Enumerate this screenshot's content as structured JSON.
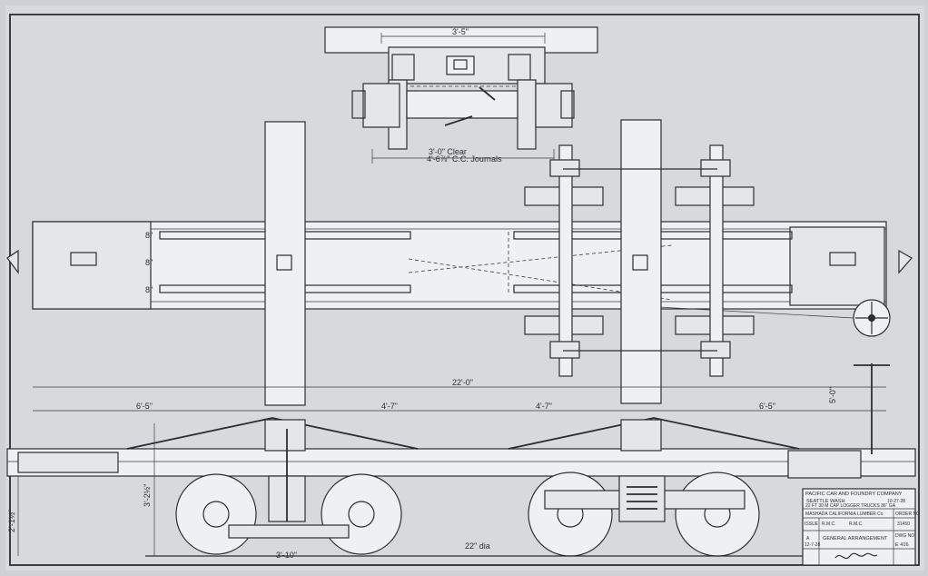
{
  "drawing": {
    "dimensions": {
      "top_gauge": "3'-5\"",
      "clear": "3'-0\" Clear",
      "journals": "4'-6⅞\" C.C. Journals",
      "overall_length": "22'-0\"",
      "end_left": "6'-5\"",
      "mid_left": "4'-7\"",
      "mid_right": "4'-7\"",
      "end_right": "6'-5\"",
      "brake_height": "5'-0\"",
      "height_total": "3'-2½\"",
      "height_low": "2'-1½\"",
      "truck_spacing": "3'-10\"",
      "wheel_dia": "22\" dia",
      "side_a": "8\"",
      "side_b": "8\"",
      "side_c": "8\""
    },
    "title_block": {
      "company": "PACIFIC CAR AND FOUNDRY COMPANY",
      "location": "SEATTLE WASH",
      "date": "10-27-28",
      "subject": "22 FT 30 M CAP LOGGER TRUCKS 36\" GA",
      "customer": "MASHADA CALIFORNIA LUMBER Co",
      "drawn": "R.M.C.",
      "checked": "R.M.C.",
      "issue": "ISSUE",
      "order": "ORDER NO",
      "order_no": "31450",
      "rev_1": "A",
      "rev_date": "12-7-28",
      "title": "GENERAL ARRANGEMENT",
      "dwg_label": "DWG NO",
      "dwg_no": "E 416"
    }
  }
}
